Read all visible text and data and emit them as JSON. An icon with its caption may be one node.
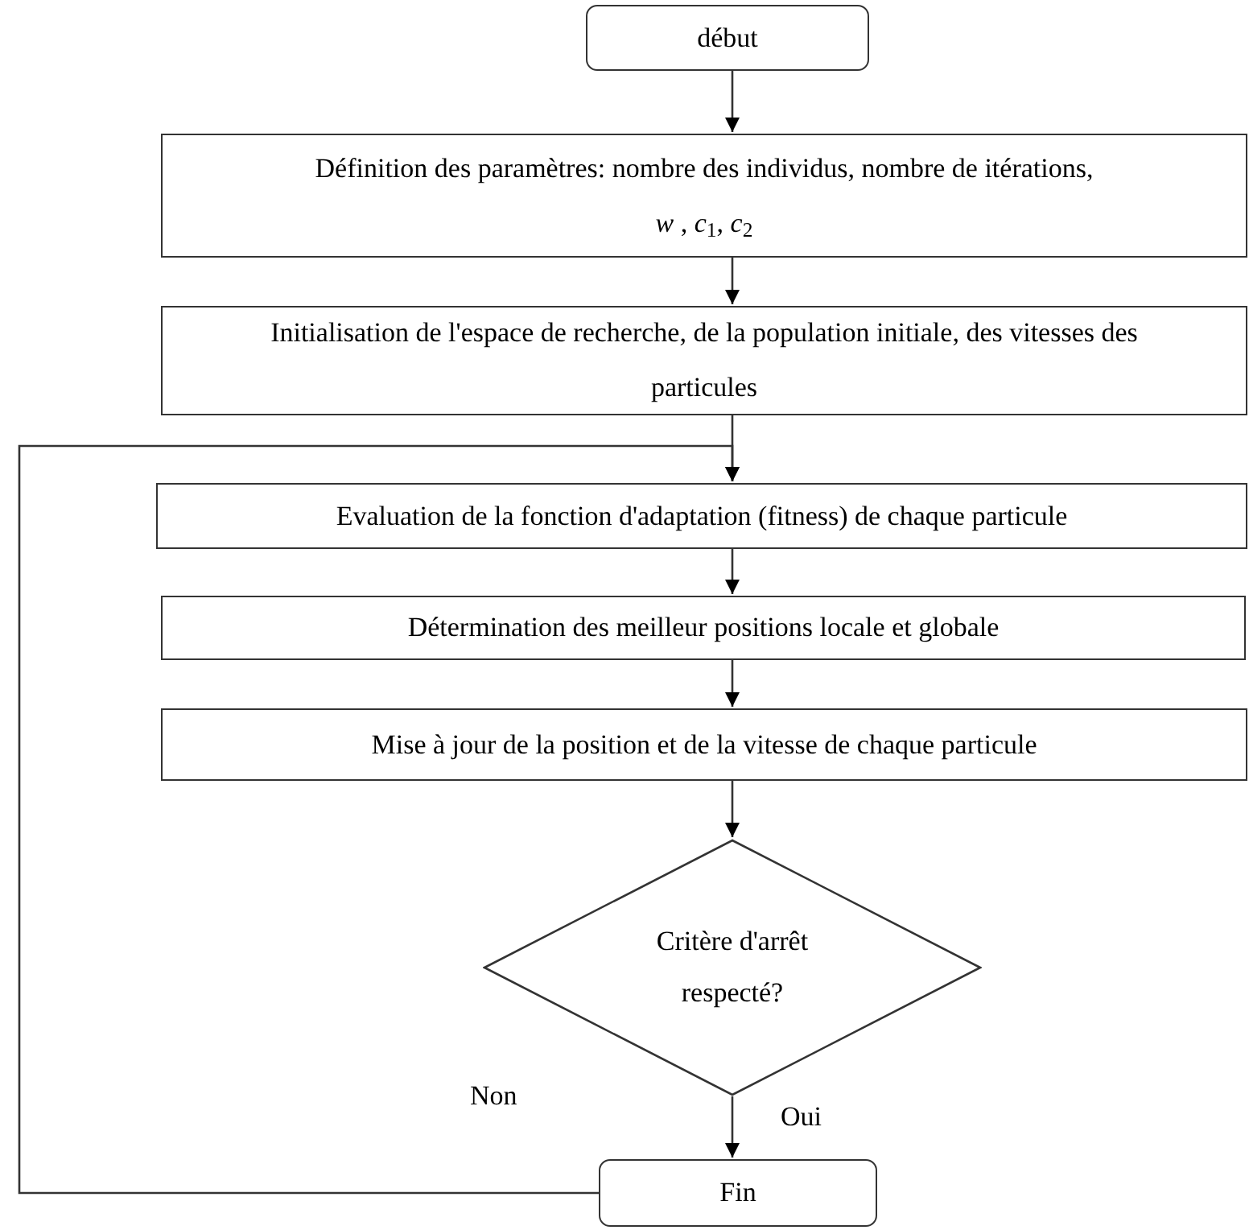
{
  "diagram": {
    "nodes": [
      {
        "text": [
          "début"
        ]
      },
      {
        "text": [
          "Définition des paramètres: nombre des individus, nombre de itérations, *w* , *c*$_{1}$, *c*$_{2}$"
        ]
      },
      {
        "text": [
          "Initialisation de l'espace de recherche, de la population initiale, des vitesses des particules"
        ]
      },
      {
        "text": [
          "Evaluation de la fonction d'adaptation (fitness) de chaque particule"
        ]
      },
      {
        "text": [
          "Détermination des meilleur positions locale et globale"
        ]
      },
      {
        "text": [
          "Mise à jour de la position et de la vitesse de chaque particule"
        ]
      },
      {
        "text": [
          "Critère d'arrêt respecté?"
        ]
      },
      {
        "text": [
          "Fin"
        ]
      }
    ],
    "edges": [
      {
        "from": 0,
        "to": 1,
        "arrow": "to"
      },
      {
        "from": 1,
        "to": 2,
        "arrow": "to"
      },
      {
        "from": 2,
        "to": 3,
        "arrow": "to"
      },
      {
        "from": 3,
        "to": 4,
        "arrow": "to"
      },
      {
        "from": 4,
        "to": 5,
        "arrow": "to"
      },
      {
        "from": 5,
        "to": 6,
        "arrow": "to"
      },
      {
        "from": 6,
        "to": 7,
        "arrow": "to"
      },
      {
        "from": 7,
        "to": 3,
        "arrow": "to"
      }
    ],
    "labels": [
      "Non",
      "Oui"
    ]
  }
}
